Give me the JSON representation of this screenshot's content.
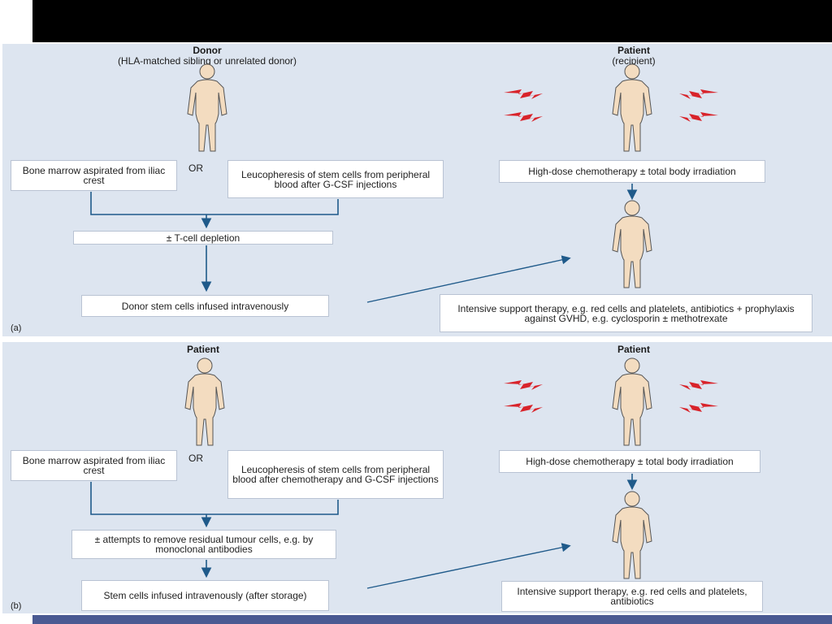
{
  "panel_a": {
    "label": "(a)",
    "donor_title": "Donor",
    "donor_subtitle": "(HLA-matched sibling or unrelated donor)",
    "patient_title": "Patient",
    "patient_subtitle": "(recipient)",
    "bone_marrow": "Bone marrow aspirated from iliac crest",
    "or_label": "OR",
    "leucopheresis": "Leucopheresis of stem cells from peripheral blood after G-CSF injections",
    "tcell": "± T-cell depletion",
    "infused": "Donor stem cells infused intravenously",
    "chemo": "High-dose chemotherapy ± total body irradiation",
    "support": "Intensive support therapy, e.g. red cells and platelets, antibiotics + prophylaxis against GVHD, e.g. cyclosporin ± methotrexate"
  },
  "panel_b": {
    "label": "(b)",
    "patient_left_title": "Patient",
    "patient_right_title": "Patient",
    "bone_marrow": "Bone marrow aspirated from iliac crest",
    "or_label": "OR",
    "leucopheresis": "Leucopheresis of stem cells from peripheral blood after chemotherapy and G-CSF injections",
    "tumour": "± attempts to remove residual tumour cells, e.g. by monoclonal antibodies",
    "infused": "Stem cells infused intravenously (after storage)",
    "chemo": "High-dose chemotherapy ± total body irradiation",
    "support": "Intensive support therapy, e.g. red cells and platelets, antibiotics"
  },
  "colors": {
    "background": "#dde5f0",
    "arrow": "#1f5a8a",
    "radiation": "#d8232a",
    "skin": "#f3dcc0"
  }
}
